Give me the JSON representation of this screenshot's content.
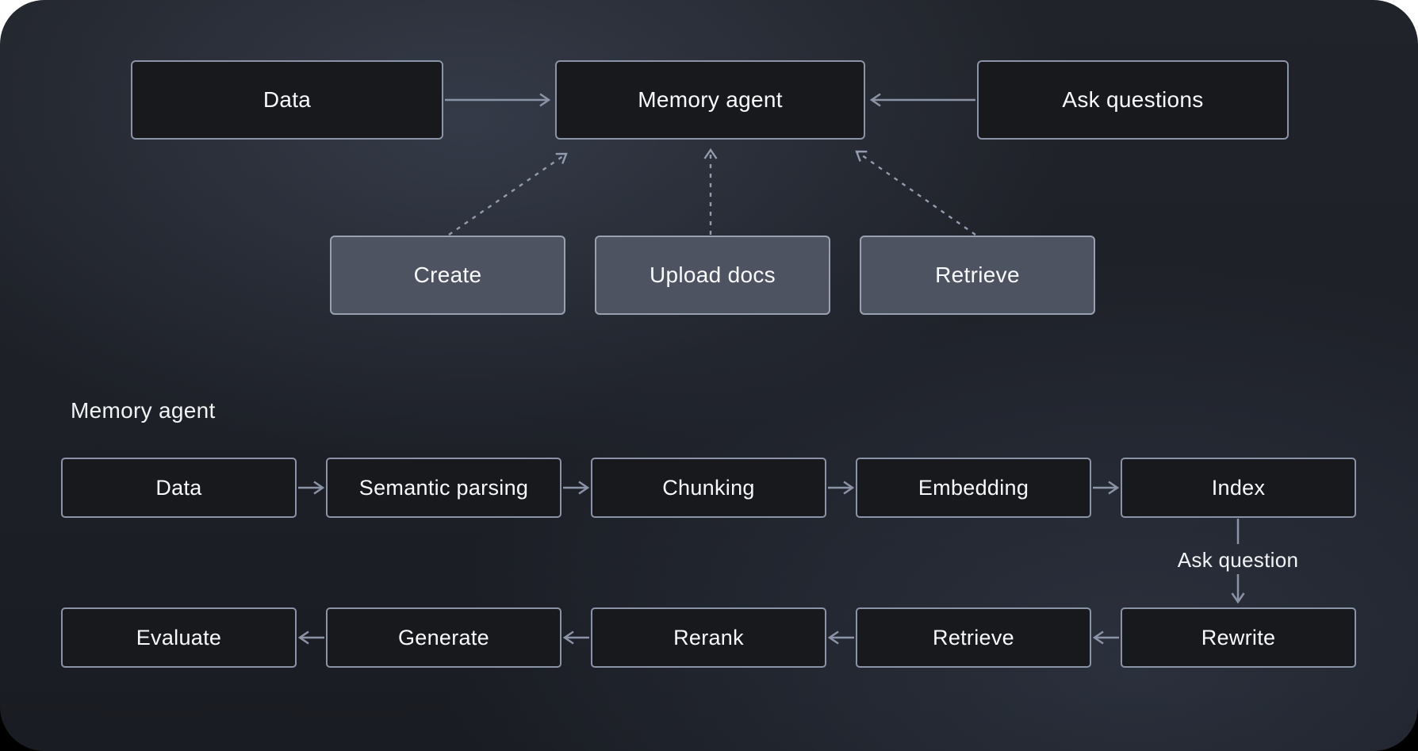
{
  "diagram": {
    "overview": {
      "nodes": {
        "data": "Data",
        "memory_agent": "Memory agent",
        "ask_questions": "Ask questions",
        "create": "Create",
        "upload_docs": "Upload docs",
        "retrieve": "Retrieve"
      },
      "edges": [
        {
          "from": "Data",
          "to": "Memory agent",
          "style": "solid"
        },
        {
          "from": "Ask questions",
          "to": "Memory agent",
          "style": "solid"
        },
        {
          "from": "Create",
          "to": "Memory agent",
          "style": "dashed"
        },
        {
          "from": "Upload docs",
          "to": "Memory agent",
          "style": "dashed"
        },
        {
          "from": "Retrieve",
          "to": "Memory agent",
          "style": "dashed"
        }
      ]
    },
    "detail": {
      "section_label": "Memory agent",
      "row1": [
        "Data",
        "Semantic parsing",
        "Chunking",
        "Embedding",
        "Index"
      ],
      "row2": [
        "Evaluate",
        "Generate",
        "Rerank",
        "Retrieve",
        "Rewrite"
      ],
      "branch_label": "Ask question",
      "edges": [
        {
          "from": "Data",
          "to": "Semantic parsing",
          "style": "solid"
        },
        {
          "from": "Semantic parsing",
          "to": "Chunking",
          "style": "solid"
        },
        {
          "from": "Chunking",
          "to": "Embedding",
          "style": "solid"
        },
        {
          "from": "Embedding",
          "to": "Index",
          "style": "solid"
        },
        {
          "from": "Index",
          "to": "Rewrite",
          "style": "solid",
          "label": "Ask question"
        },
        {
          "from": "Rewrite",
          "to": "Retrieve",
          "style": "solid"
        },
        {
          "from": "Retrieve",
          "to": "Rerank",
          "style": "solid"
        },
        {
          "from": "Rerank",
          "to": "Generate",
          "style": "solid"
        },
        {
          "from": "Generate",
          "to": "Evaluate",
          "style": "solid"
        }
      ]
    },
    "colors": {
      "card_background_base": "#1d2027",
      "node_dark_fill": "#17191d",
      "node_gray_fill": "#4d5360",
      "node_border": "#8b93a6",
      "dashed_line": "#939cae",
      "text": "#f8f9fa"
    }
  }
}
